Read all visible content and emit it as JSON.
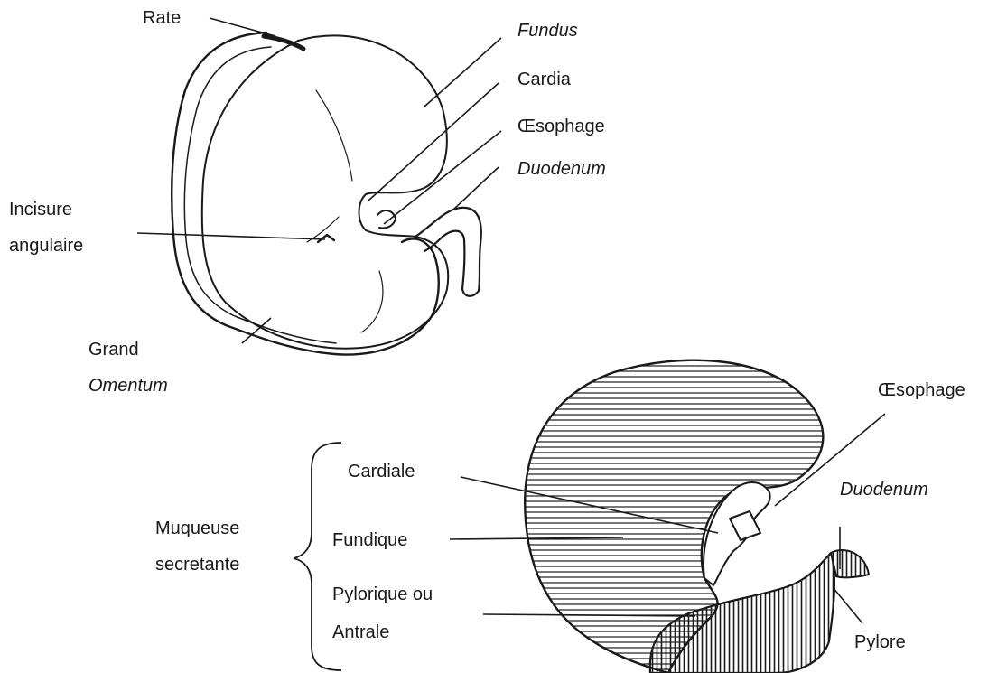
{
  "diagram_top": {
    "labels": {
      "rate": "Rate",
      "fundus": "Fundus",
      "cardia": "Cardia",
      "oesophage": "Œsophage",
      "duodenum": "Duodenum",
      "incisure_line1": "Incisure",
      "incisure_line2": "angulaire",
      "grand": "Grand",
      "omentum": "Omentum"
    }
  },
  "diagram_bottom": {
    "labels": {
      "oesophage": "Œsophage",
      "duodenum": "Duodenum",
      "cardiale": "Cardiale",
      "fundique": "Fundique",
      "pylorique_line1": "Pylorique ou",
      "pylorique_line2": "Antrale",
      "muqueuse_line1": "Muqueuse",
      "muqueuse_line2": "secretante",
      "pylore": "Pylore"
    }
  },
  "colors": {
    "ink": "#1a1a1a",
    "paper": "#ffffff"
  }
}
